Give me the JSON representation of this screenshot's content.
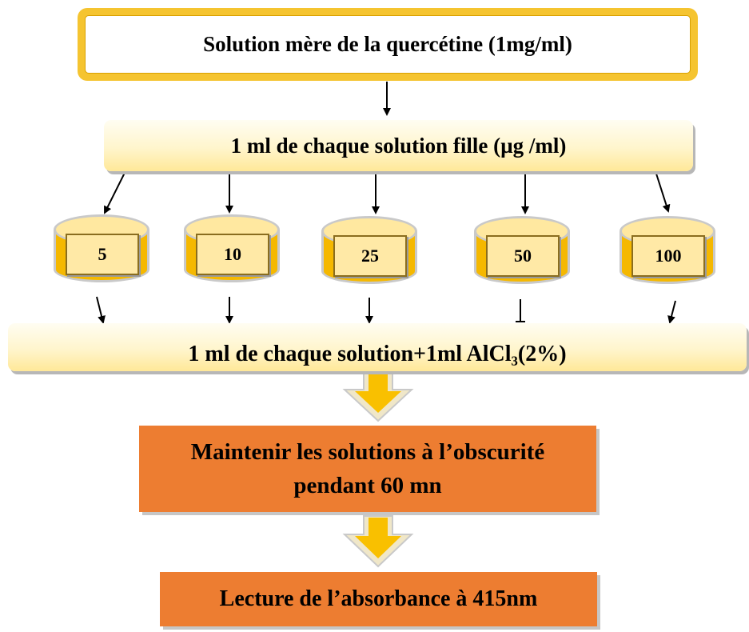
{
  "stock_solution": {
    "label": "Solution mère de la quercétine (1mg/ml)"
  },
  "daughter_solutions": {
    "label": "1 ml de chaque solution fille (µg /ml)"
  },
  "tubes": [
    {
      "label": "5"
    },
    {
      "label": "10"
    },
    {
      "label": "25"
    },
    {
      "label": "50"
    },
    {
      "label": "100"
    }
  ],
  "mix_step": {
    "label": "1 ml de chaque solution+1ml AlCl₃(2%)"
  },
  "incubation_step": {
    "line1": "Maintenir les solutions à l’obscurité",
    "line2": "pendant 60 mn"
  },
  "reading_step": {
    "label": "Lecture de l’absorbance à 415nm"
  },
  "colors": {
    "gold": "#f5c430",
    "orange": "#ed7d31",
    "tube_fill": "#f5b800",
    "pale_yellow": "#fff5cc"
  }
}
